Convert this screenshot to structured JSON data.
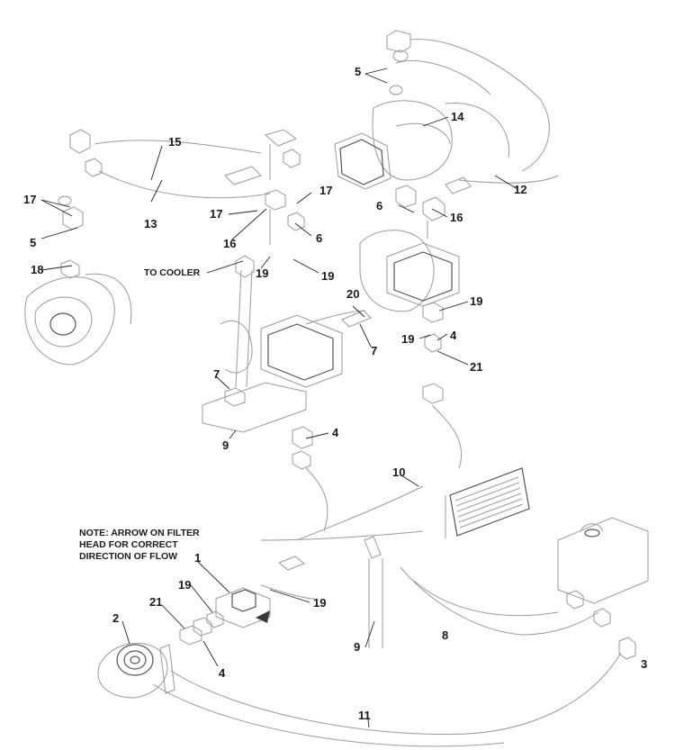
{
  "note": {
    "lines": [
      "NOTE: ARROW ON FILTER",
      "HEAD FOR CORRECT",
      "DIRECTION OF FLOW"
    ]
  },
  "labels": {
    "to_cooler": "TO COOLER"
  },
  "callouts": {
    "c1": "1",
    "c2": "2",
    "c3": "3",
    "c4a": "4",
    "c4b": "4",
    "c4c": "4",
    "c5a": "5",
    "c5b": "5",
    "c6a": "6",
    "c6b": "6",
    "c7a": "7",
    "c7b": "7",
    "c8": "8",
    "c9a": "9",
    "c9b": "9",
    "c10": "10",
    "c11": "11",
    "c12": "12",
    "c13": "13",
    "c14": "14",
    "c15": "15",
    "c16a": "16",
    "c16b": "16",
    "c17a": "17",
    "c17b": "17",
    "c17c": "17",
    "c18": "18",
    "c19a": "19",
    "c19b": "19",
    "c19c": "19",
    "c19d": "19",
    "c19e": "19",
    "c19f": "19",
    "c20": "20",
    "c21a": "21",
    "c21b": "21"
  }
}
